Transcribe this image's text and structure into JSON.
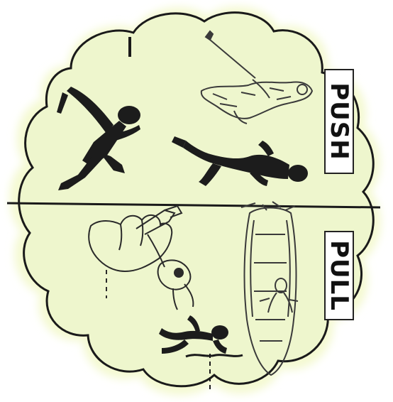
{
  "labels": {
    "push": "PUSH",
    "pull": "PULL"
  },
  "colors": {
    "cloud_fill": "#eef6cd",
    "cloud_glow": "#f4f9d2",
    "cloud_outline": "#1a1a1a",
    "silhouette": "#1c1c1c",
    "sketch": "#3a3a3a"
  },
  "illustrations": [
    "push-jumper-silhouette",
    "push-golfer-sketch",
    "push-player-silhouette",
    "pull-slingshot-hand",
    "pull-boat-rower-sketch",
    "pull-player-silhouette"
  ]
}
